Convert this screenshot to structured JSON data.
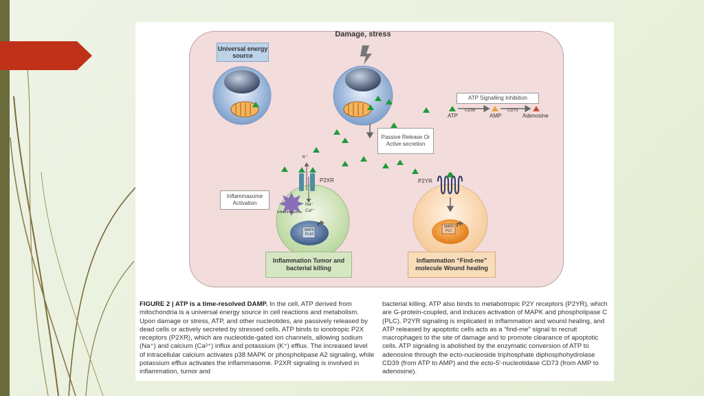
{
  "diagram": {
    "top_label": "Damage, stress",
    "universal_energy_source": "Universal energy source",
    "atp_signalling_inhibition": "ATP Signalling Inhibition",
    "passive_release": "Passive Release Or Active secretion",
    "inflammasome_activation": "Inflammasome Activation",
    "inflammasome_small": "Inflammasome",
    "k_plus": "K⁺",
    "p2xr": "P2XR",
    "na_plus": "Na⁺",
    "ca_2plus": "Ca²⁺",
    "p2yr": "P2YR",
    "mapk_pla2": "MAPK PLA2",
    "mapk_plc": "MAPK PLC",
    "atp": "ATP",
    "amp": "AMP",
    "adenosine": "Adenosine",
    "cd39": "CD39",
    "cd73": "CD73",
    "left_outcome": "Inflammation Tumor and bacterial killing",
    "right_outcome": "Inflammation “Find-me” molecule Wound healing"
  },
  "caption": {
    "title": "FIGURE 2 | ATP is a time-resolved DAMP.",
    "left_text": "In the cell, ATP derived from mitochondria is a universal energy source in cell reactions and metabolism. Upon damage or stress, ATP, and other nucleotides, are passively released by dead cells or actively secreted by stressed cells. ATP binds to ionotropic P2X receptors (P2XR), which are nucleotide-gated ion channels, allowing sodium (Na⁺) and calcium (Ca²⁺) influx and potassium (K⁺) efflux. The increased level of intracellular calcium activates p38 MAPK or phospholipase A2 signaling, while potassium efflux activates the inflammasome. P2XR signaling is involved in inflammation, tumor and",
    "right_text": "bacterial killing. ATP also binds to metabotropic P2Y receptors (P2YR), which are G-protein-coupled, and induces activation of MAPK and phospholipase C (PLC). P2YR signaling is implicated in inflammation and wound healing, and ATP released by apoptotic cells acts as a “find-me” signal to recruit macrophages to the site of damage and to promote clearance of apoptotic cells. ATP signaling is abolished by the enzymatic conversion of ATP to adenosine through the ecto-nucleoside triphosphate diphosphohydrolase CD39 (from ATP to AMP) and the ecto-5′-nucleotidase CD73 (from AMP to adenosine)."
  },
  "colors": {
    "accent_red": "#c0311a",
    "panel_pink": "#f3dcdc",
    "atp_green": "#1e9a3a",
    "amp_orange": "#e8a33c",
    "adenosine_red": "#c8503a"
  }
}
